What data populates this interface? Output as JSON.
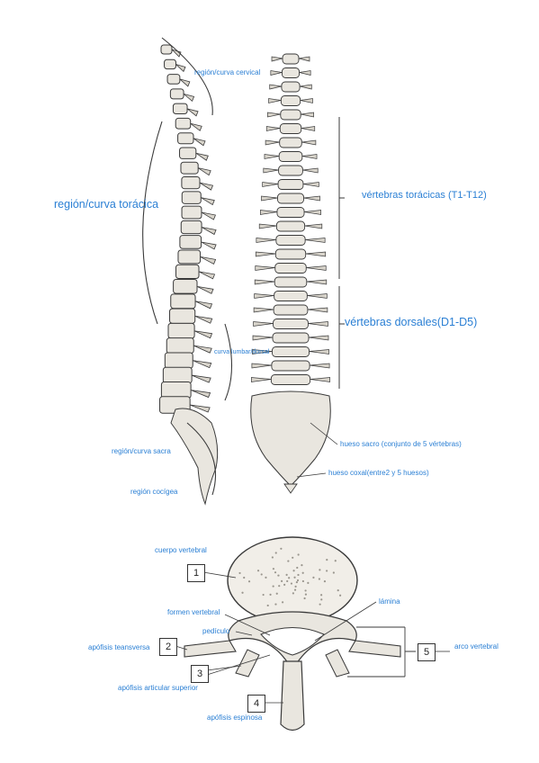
{
  "colors": {
    "label": "#2a7fd4",
    "ink": "#3a3a3a",
    "bone": "#e9e6df"
  },
  "spine_lateral": {
    "cervical": "región/curva cervical",
    "thoracic": "región/curva torácica",
    "lumbar": "curva lumbar/dorsal",
    "sacral": "región/curva sacra",
    "coccygeal": "región cocígea"
  },
  "spine_posterior": {
    "thoracic_vertebrae": "vértebras torácicas (T1-T12)",
    "dorsal_vertebrae": "vértebras dorsales(D1-D5)",
    "sacrum": "hueso sacro (conjunto de 5 vértebras)",
    "coxal": "hueso coxal(entre2 y 5 huesos)"
  },
  "vertebra": {
    "body": "cuerpo vertebral",
    "foramen": "formen vertebral",
    "pedicle": "pedículo",
    "transverse_process": "apófisis teansversa",
    "articular_process": "apófisis articular superior",
    "spinous_process": "apófisis espinosa",
    "lamina": "lámina",
    "arch": "arco vertebral",
    "box_labels": [
      "1",
      "2",
      "3",
      "4",
      "5"
    ]
  }
}
